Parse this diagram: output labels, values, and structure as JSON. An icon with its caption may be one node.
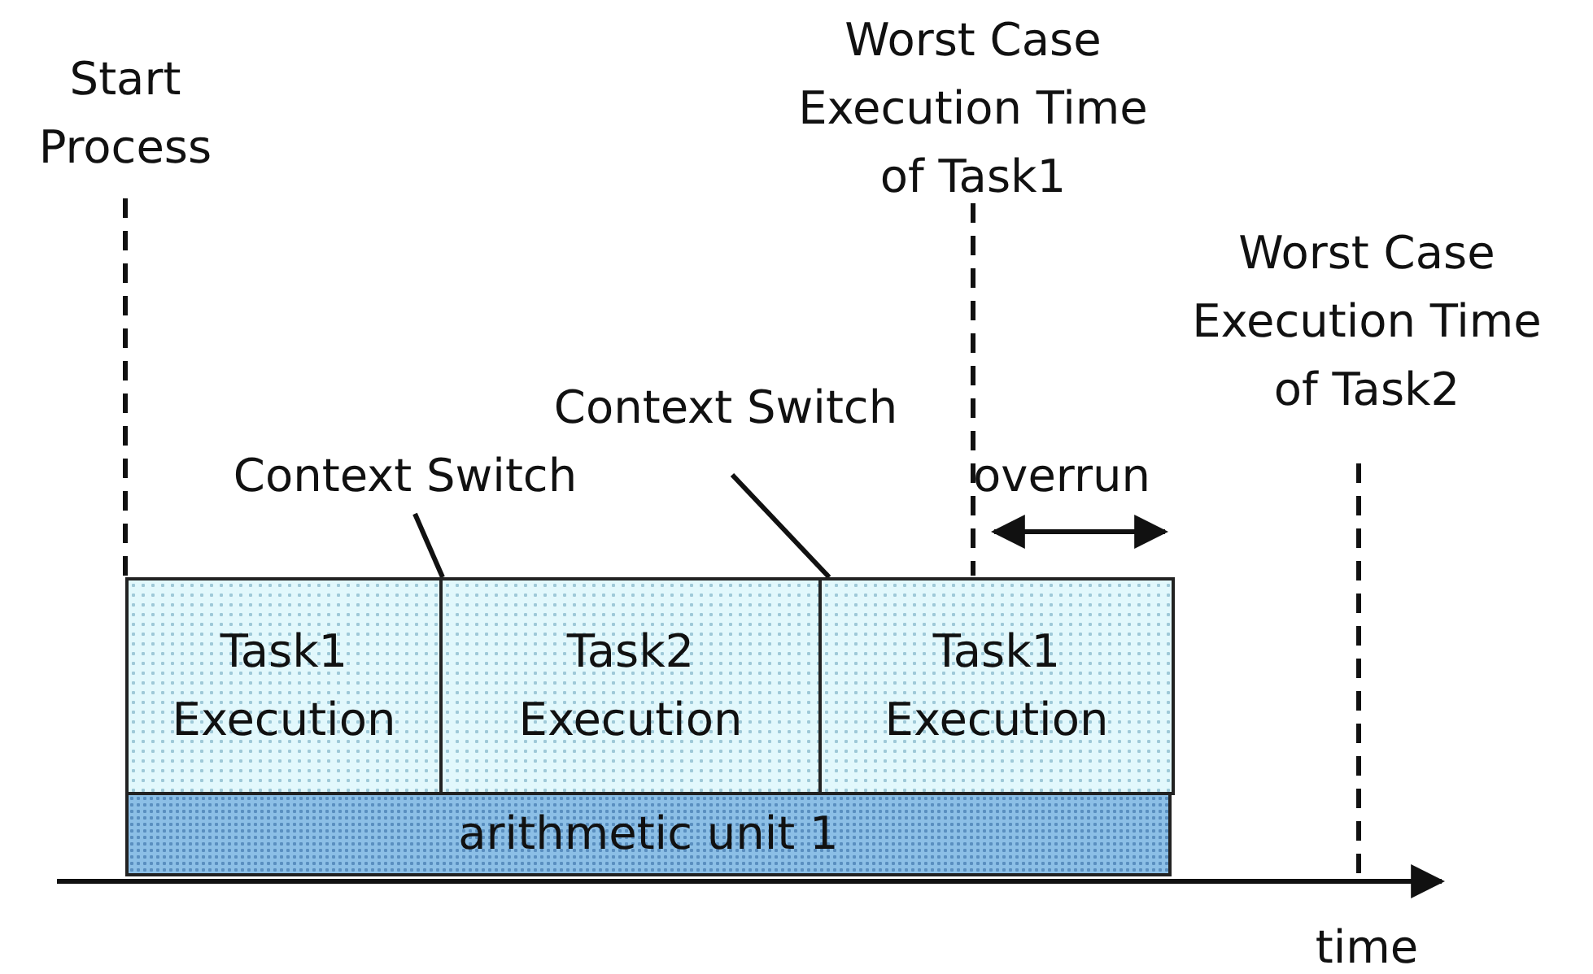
{
  "diagram": {
    "nodes": [
      {
        "text": [
          "Task1 Execution"
        ]
      },
      {
        "text": [
          "Task2 Execution"
        ]
      },
      {
        "text": [
          "Task1 Execution"
        ]
      },
      {
        "text": [
          "arithmetic unit 1"
        ]
      },
      {
        "text": [
          "Context Switch"
        ]
      },
      {
        "text": [
          "Context Switch"
        ]
      }
    ],
    "edges": [
      {
        "from": 4,
        "to": 0,
        "arrow": "none"
      },
      {
        "from": 5,
        "to": 2,
        "arrow": "none"
      }
    ],
    "labels": [
      "Start Process",
      "Worst Case Execution Time of Task1",
      "Worst Case Execution Time of Task2",
      "overrun",
      "time"
    ]
  }
}
